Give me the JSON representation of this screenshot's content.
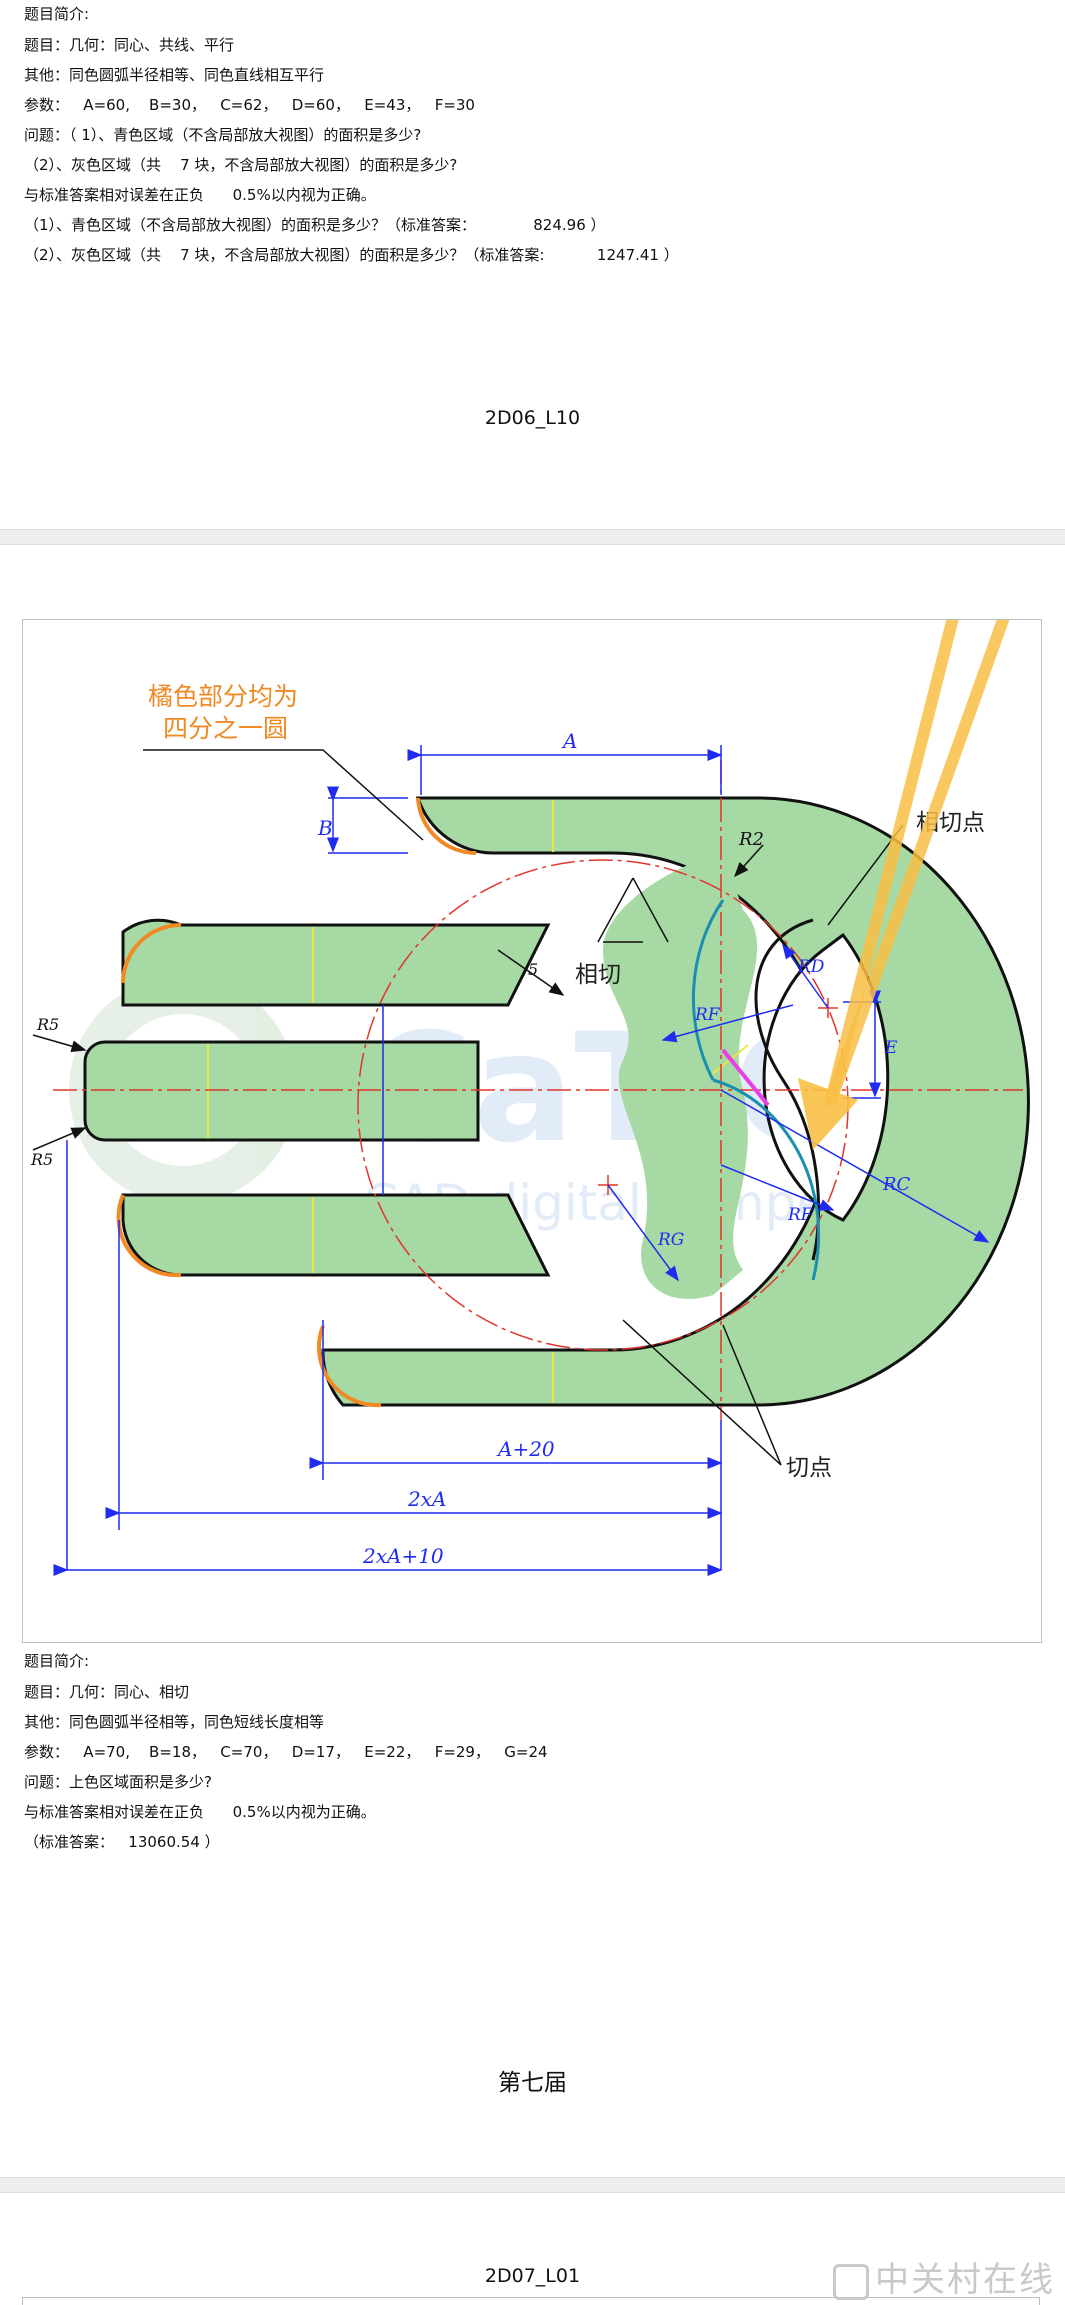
{
  "problem1": {
    "intro": "题目简介:",
    "topic": "题目：几何：同心、共线、平行",
    "other": "其他：同色圆弧半径相等、同色直线相互平行",
    "params": "参数：   A=60,    B=30，   C=62，   D=60，   E=43，   F=30",
    "question1": "问题：（ 1）、青色区域（不含局部放大视图）的面积是多少?",
    "question2": "（2）、灰色区域（共    7 块，不含局部放大视图）的面积是多少?",
    "tolerance": "与标准答案相对误差在正负      0.5%以内视为正确。",
    "answer1": "（1）、青色区域（不含局部放大视图）的面积是多少？（标准答案：            824.96 ）",
    "answer2": "（2）、灰色区域（共    7 块，不含局部放大视图）的面积是多少？（标准答案:           1247.41 ）"
  },
  "section_label_1": "2D06_L10",
  "drawing": {
    "note_line1": "橘色部分均为",
    "note_line2": "四分之一圆",
    "dim_A": "A",
    "dim_B": "B",
    "dim_R2": "R2",
    "dim_5": "5",
    "dim_R5_top": "R5",
    "dim_R5_bottom": "R5",
    "dim_RD": "RD",
    "dim_E": "E",
    "dim_RF_top": "RF",
    "dim_RF_bottom": "RF",
    "dim_RC": "RC",
    "dim_RG": "RG",
    "dim_A20": "A+20",
    "dim_2xA": "2xA",
    "dim_2xA10": "2xA+10",
    "tangent_label": "相切",
    "tangent_point_top": "相切点",
    "tangent_point_bottom": "切点",
    "watermark_big": "CaTICs",
    "watermark_small": "CAD digital competition",
    "colors": {
      "green": "#a6d9a3",
      "orange": "#f08a24",
      "blue": "#1f2bf0",
      "red": "#e2352b",
      "teal": "#1a8fb0",
      "magenta": "#e83ee8",
      "arrow": "#f9bf45"
    }
  },
  "problem2": {
    "intro": "题目简介:",
    "topic": "题目：几何：同心、相切",
    "other": "其他：同色圆弧半径相等，同色短线长度相等",
    "params": "参数：   A=70,    B=18，   C=70，   D=17，   E=22，   F=29，   G=24",
    "question": "问题：上色区域面积是多少?",
    "tolerance": "与标准答案相对误差在正负      0.5%以内视为正确。",
    "answer": "（标准答案：   13060.54 ）"
  },
  "section_label_2": "第七届",
  "section_label_3": "2D07_L01",
  "watermark_corner": "中关村在线"
}
